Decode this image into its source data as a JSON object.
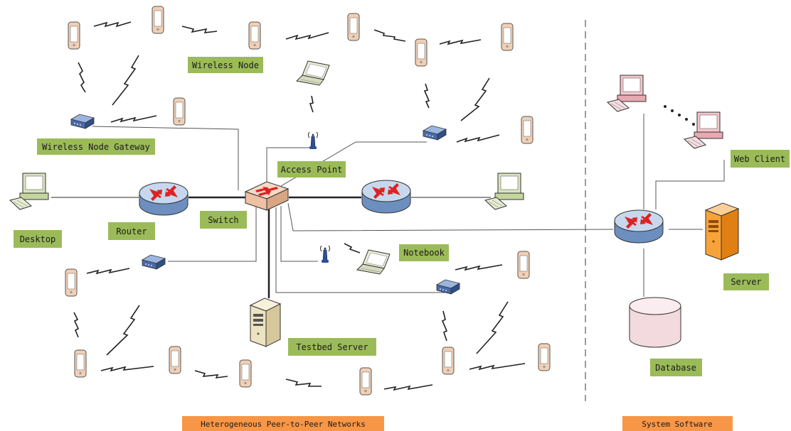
{
  "labels": {
    "wireless_node": "Wireless Node",
    "wireless_node_gateway": "Wireless Node Gateway",
    "access_point": "Access Point",
    "desktop": "Desktop",
    "router": "Router",
    "switch": "Switch",
    "notebook": "Notebook",
    "testbed_server": "Testbed Server",
    "web_client": "Web Client",
    "server": "Server",
    "database": "Database"
  },
  "sections": {
    "left": "Heterogeneous Peer-to-Peer Networks",
    "right": "System Software"
  },
  "colors": {
    "label_green": "#9bbb59",
    "section_orange": "#f79646",
    "phone_fill": "#f2cfb4",
    "router_blue": "#8eb0dc",
    "gateway_blue": "#5b7fbf",
    "desktop_green": "#d8e4bc",
    "client_pink": "#f3c6cc",
    "server_orange": "#f7a33a",
    "database_pink": "#f2dadf"
  },
  "icons": {
    "phone": "mobile-phone-icon",
    "gateway": "wireless-gateway-icon",
    "router": "router-icon",
    "switch": "switch-icon",
    "antenna": "antenna-icon",
    "laptop": "laptop-icon",
    "desktop": "desktop-computer-icon",
    "server": "server-tower-icon",
    "database": "database-cylinder-icon"
  }
}
